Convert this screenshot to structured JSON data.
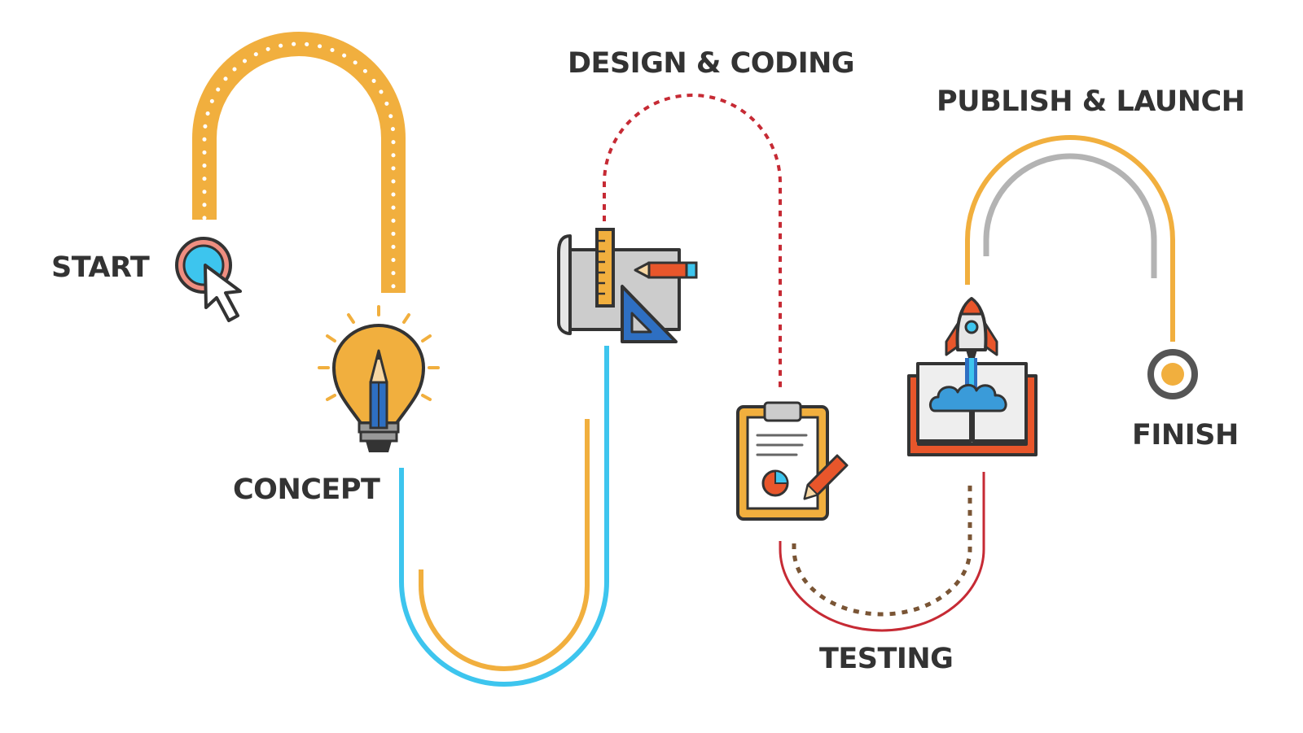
{
  "steps": {
    "start": {
      "label": "START"
    },
    "concept": {
      "label": "CONCEPT"
    },
    "design": {
      "label": "DESIGN & CODING"
    },
    "testing": {
      "label": "TESTING"
    },
    "publish": {
      "label": "PUBLISH & LAUNCH"
    },
    "finish": {
      "label": "FINISH"
    }
  },
  "icons": {
    "start": "cursor-click-icon",
    "concept": "lightbulb-pencil-icon",
    "design": "blueprint-tools-icon",
    "testing": "clipboard-report-icon",
    "publish": "rocket-book-icon",
    "finish": "finish-target-icon"
  },
  "colors": {
    "orange": "#f1af3e",
    "blue": "#3dc5ee",
    "red": "#c62a34",
    "brown": "#7a5535",
    "gray": "#b3b3b3",
    "outline": "#333333",
    "text": "#333333"
  }
}
